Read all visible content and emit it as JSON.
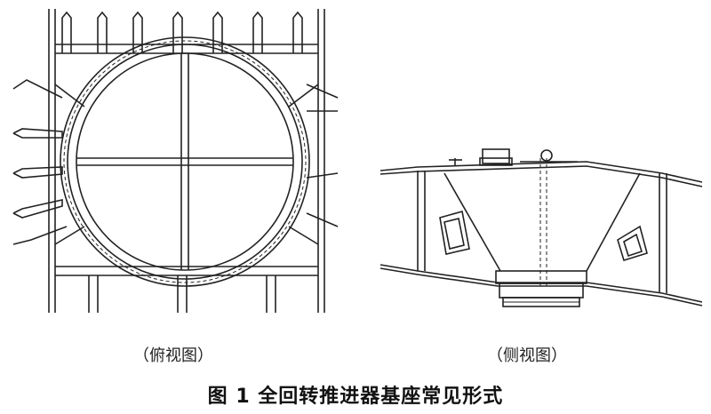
{
  "captions": {
    "top_view": "（俯视图）",
    "side_view": "（侧视图）"
  },
  "figure_title": "图 1  全回转推进器基座常见形式"
}
